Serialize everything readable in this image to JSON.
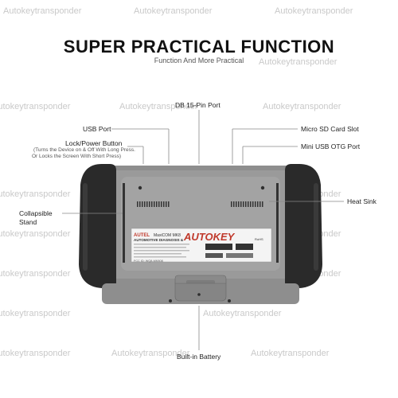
{
  "header": {
    "title": "SUPER PRACTICAL FUNCTION",
    "subtitle": "Function And More Practical"
  },
  "watermark": "Autokeytransponder",
  "labels": {
    "db_port": "DB 15-Pin Port",
    "usb_port": "USB Port",
    "micro_sd": "Micro SD Card Slot",
    "lock_power": "Lock/Power Button",
    "lock_power_desc_1": "(Turns the Device on & Off With Long Press.",
    "lock_power_desc_2": "Or Locks the Screen With Short Press)",
    "mini_usb": "Mini USB OTG Port",
    "collapsible_1": "Collapsible",
    "collapsible_2": "Stand",
    "heat_sink": "Heat Sink",
    "battery": "Built-in Battery"
  },
  "device": {
    "brand": "AUTEL",
    "model": "MaxiCOM MK8",
    "line1": "AUTOMOTIVE DIAGNOSIS &",
    "overlay_logo": "AUTOKEY",
    "fcc": "FCC ID: WQ8-MK808",
    "rohs": "RoHS",
    "body_color": "#8e8e8e",
    "bumper_color": "#2a2a2a"
  }
}
